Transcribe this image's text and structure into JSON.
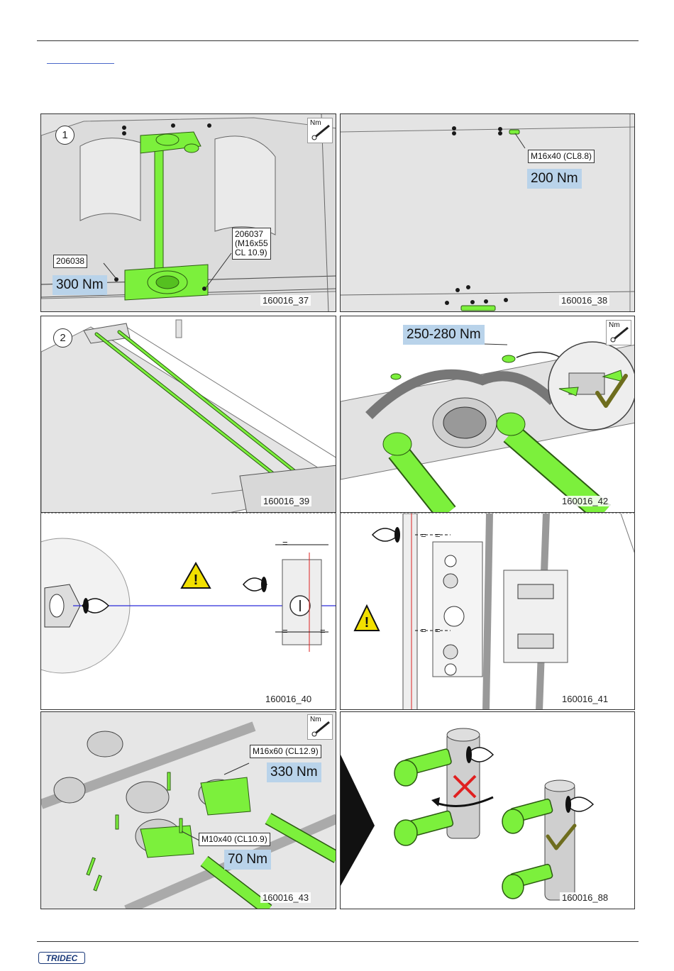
{
  "page": {
    "logo_text": "TRIDEC"
  },
  "panels": [
    {
      "id": "p1",
      "figure": "160016_37",
      "step": "1",
      "tool": "Nm",
      "callouts": [
        {
          "key": "c1",
          "text": "206038"
        },
        {
          "key": "c2",
          "text": "206037\n(M16x55\nCL 10.9)"
        }
      ],
      "torques": [
        "300 Nm"
      ]
    },
    {
      "id": "p2",
      "figure": "160016_38",
      "callouts": [
        {
          "key": "c1",
          "text": "M16x40 (CL8.8)"
        }
      ],
      "torques": [
        "200 Nm"
      ]
    },
    {
      "id": "p3",
      "figure": "160016_39",
      "step": "2"
    },
    {
      "id": "p4",
      "figure": "160016_42",
      "tool": "Nm",
      "torques": [
        "250-280 Nm"
      ]
    },
    {
      "id": "p5",
      "figure": "160016_40",
      "markers": [
        "=",
        "=",
        "="
      ]
    },
    {
      "id": "p6",
      "figure": "160016_41",
      "markers": [
        "=",
        "=",
        "=",
        "="
      ]
    },
    {
      "id": "p7",
      "figure": "160016_43",
      "tool": "Nm",
      "callouts": [
        {
          "key": "c1",
          "text": "M16x60 (CL12.9)"
        },
        {
          "key": "c2",
          "text": "M10x40 (CL10.9)"
        }
      ],
      "torques": [
        "330 Nm",
        "70 Nm"
      ]
    },
    {
      "id": "p8",
      "figure": "160016_88"
    }
  ],
  "colors": {
    "highlight_green": "#7cf03c",
    "torque_bg": "#b9d3ea",
    "warning_yellow": "#f2e000",
    "sight_line_blue": "#2b2bd9",
    "check_olive": "#6e6d1e",
    "cross_red": "#e02020"
  }
}
